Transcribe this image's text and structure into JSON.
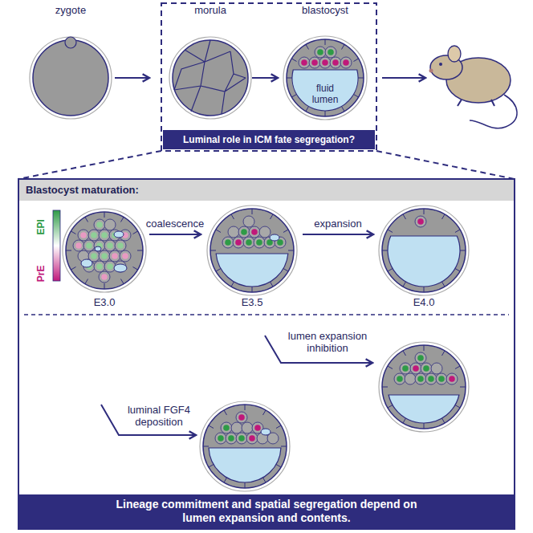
{
  "diagram": {
    "nodes": [
      {
        "text": [
          "Luminal role in ICM fate segregation?"
        ]
      },
      {
        "text": [
          "Blastocyst maturation:"
        ]
      },
      {
        "text": [
          "Lineage commitment and spatial segregation depend on lumen expansion and contents."
        ]
      }
    ],
    "labels": [
      "zygote",
      "morula",
      "blastocyst",
      "fluid lumen",
      "EPI",
      "PrE",
      "coalescence",
      "expansion",
      "E3.0",
      "E3.5",
      "E4.0",
      "lumen expansion inhibition",
      "luminal FGF4 deposition"
    ]
  }
}
